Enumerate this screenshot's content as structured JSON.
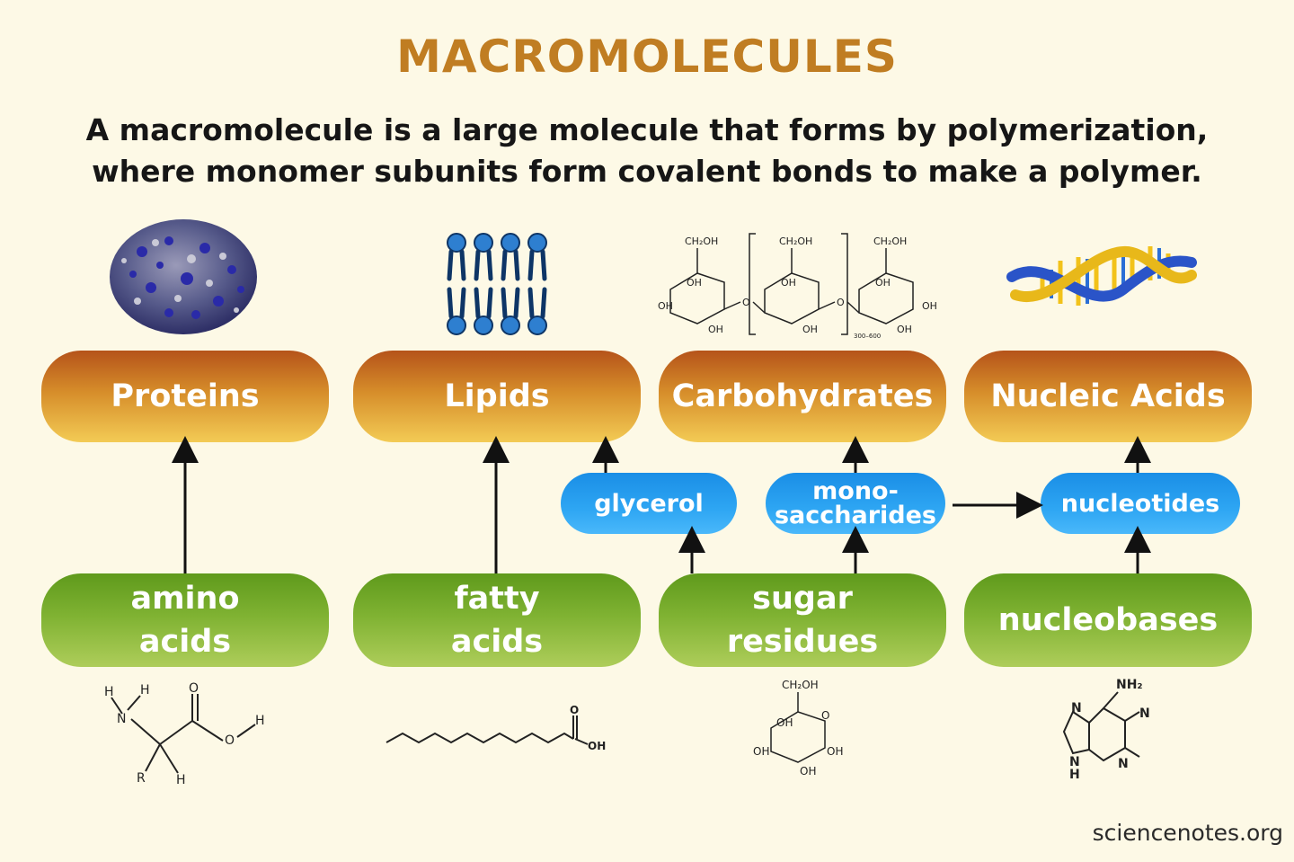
{
  "title": "MACROMOLECULES",
  "subtitle_line1": "A macromolecule is a large molecule that forms by polymerization,",
  "subtitle_line2": "where monomer subunits form covalent bonds to make a polymer.",
  "macromolecules": {
    "proteins": "Proteins",
    "lipids": "Lipids",
    "carbohydrates": "Carbohydrates",
    "nucleic_acids": "Nucleic Acids"
  },
  "intermediates": {
    "glycerol": "glycerol",
    "monosaccharides_line1": "mono-",
    "monosaccharides_line2": "saccharides",
    "nucleotides": "nucleotides"
  },
  "building_blocks": {
    "amino_acids_line1": "amino",
    "amino_acids_line2": "acids",
    "fatty_acids_line1": "fatty",
    "fatty_acids_line2": "acids",
    "sugar_residues_line1": "sugar",
    "sugar_residues_line2": "residues",
    "nucleobases": "nucleobases"
  },
  "structure_labels": {
    "ch2oh": "CH₂OH",
    "oh": "OH",
    "o": "O",
    "repeat": "300–600",
    "h": "H",
    "n": "N",
    "r": "R",
    "nh2": "NH₂"
  },
  "credit": "sciencenotes.org",
  "colors": {
    "title": "#c07d22",
    "macro_box": "#d68d2a",
    "monomer_box": "#7fb232",
    "intermediate_box": "#2ea6f3",
    "background": "#fdf9e6"
  }
}
